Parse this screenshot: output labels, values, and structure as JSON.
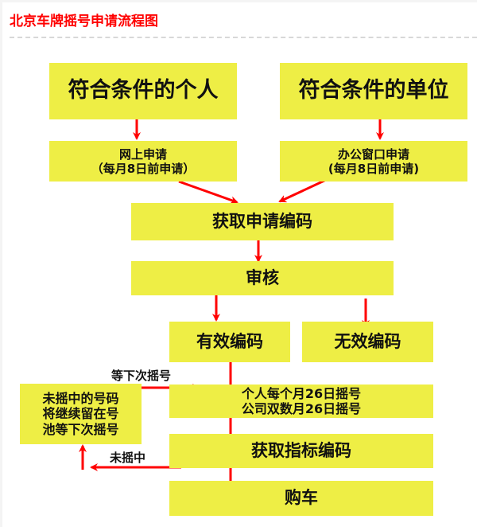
{
  "title": "北京车牌摇号申请流程图",
  "colors": {
    "box": "#eeee45",
    "arrow": "#ff0000",
    "title": "#ff0000"
  },
  "nodes": {
    "individual": "符合条件的个人",
    "company": "符合条件的单位",
    "online_apply": {
      "line1": "网上申请",
      "line2": "（每月8日前申请）"
    },
    "office_apply": {
      "line1": "办公窗口申请",
      "line2": "(每月8日前申请)"
    },
    "get_app_code": "获取申请编码",
    "review": "审核",
    "valid_code": "有效编码",
    "invalid_code": "无效编码",
    "lottery": {
      "line1": "个人每个月26日摇号",
      "line2": "公司双数月26日摇号"
    },
    "pool": {
      "line1": "未摇中的号码",
      "line2": "将继续留在号",
      "line3": "池等下次摇号"
    },
    "get_quota_code": "获取指标编码",
    "buy_car": "购车"
  },
  "edge_labels": {
    "wait_next": "等下次摇号",
    "not_drawn": "未摇中"
  }
}
